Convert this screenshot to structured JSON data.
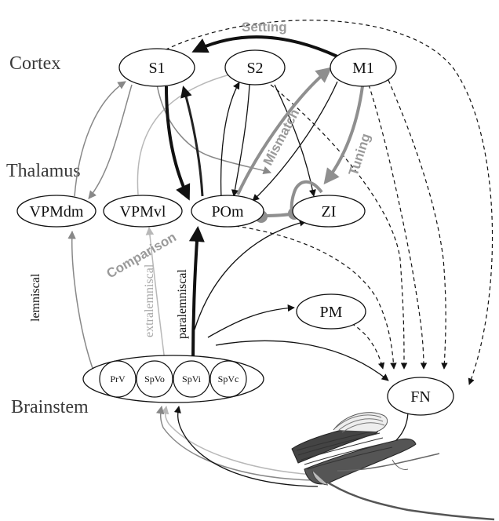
{
  "regions": {
    "cortex": "Cortex",
    "thalamus": "Thalamus",
    "brainstem": "Brainstem"
  },
  "nodes": {
    "s1": "S1",
    "s2": "S2",
    "m1": "M1",
    "vpmdm": "VPMdm",
    "vpmvl": "VPMvl",
    "pom": "POm",
    "zi": "ZI",
    "pm": "PM",
    "fn": "FN",
    "prv": "PrV",
    "spvo": "SpVo",
    "spvi": "SpVi",
    "spvc": "SpVc"
  },
  "pathways": {
    "lemniscal": "lemniscal",
    "extralemniscal": "extralemniscal",
    "paralemniscal": "paralemniscal"
  },
  "loops": {
    "setting": "Setting",
    "mismatch": "Mismatch",
    "tuning": "Tuning",
    "comparison": "Comparison"
  },
  "colors": {
    "dark": "#111111",
    "mid_gray": "#888888",
    "light_gray": "#b8b8b8",
    "bold_gray": "#8f8f8f",
    "label_gray": "#9a9a9a"
  }
}
